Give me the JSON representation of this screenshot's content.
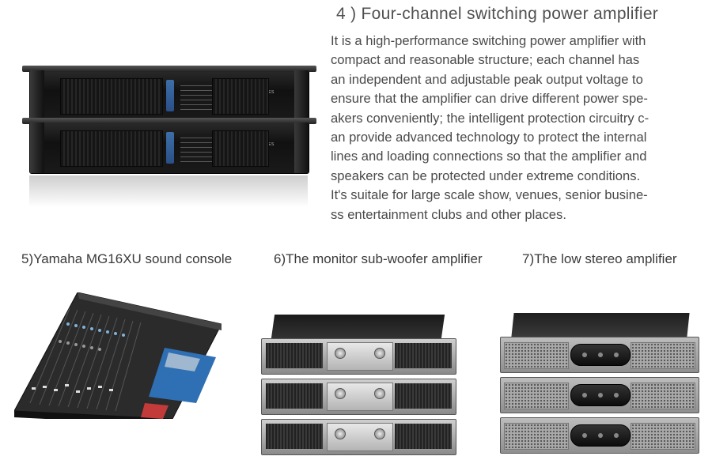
{
  "section4": {
    "title": "4 ) Four-channel switching power amplifier",
    "description_lines": [
      "It is a high-performance switching power amplifier with",
      "compact and reasonable  structure; each channel has",
      "an independent and adjustable peak output voltage to",
      "ensure that the amplifier can drive different power spe-",
      "akers conveniently; the intelligent protection circuitry c-",
      "an provide advanced technology to protect the internal",
      "lines and loading connections so that the amplifier and",
      "speakers can be protected under extreme conditions.",
      "It's suitale for large scale show, venues, senior busine-",
      "ss entertainment clubs and other places."
    ],
    "product_label": "FP-SERIES"
  },
  "captions": {
    "c5": "5)Yamaha MG16XU sound console",
    "c6": "6)The monitor sub-woofer amplifier",
    "c7": "7)The low stereo amplifier"
  }
}
